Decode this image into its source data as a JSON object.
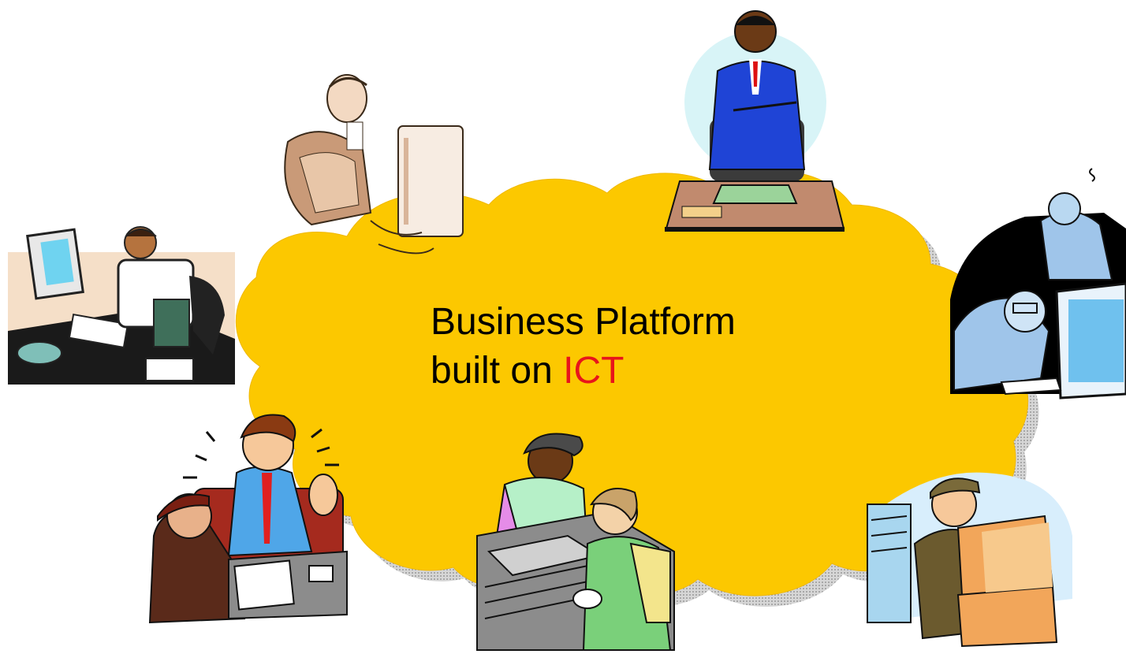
{
  "slide": {
    "line1": "Business Platform",
    "line2_prefix": "built on ",
    "line2_highlight": "ICT"
  },
  "colors": {
    "cloud_fill": "#fcc800",
    "cloud_shadow": "#bdbdbd",
    "highlight_text": "#e8141b",
    "body_text": "#000000"
  },
  "clipart": [
    {
      "name": "stressed-office-worker-at-desk",
      "description": "man holding head at desk with computer and phone"
    },
    {
      "name": "man-typing-at-computer",
      "description": "sketch of man typing at computer"
    },
    {
      "name": "executive-at-desk",
      "description": "man in blue suit standing behind desk"
    },
    {
      "name": "tired-workers-at-computer",
      "description": "tired workers slumped at computer"
    },
    {
      "name": "salesman-talking-to-customer",
      "description": "salesman talking excitedly to customer"
    },
    {
      "name": "factory-workers-at-machine",
      "description": "two women working at a machine"
    },
    {
      "name": "delivery-man-with-boxes",
      "description": "delivery man carrying boxes"
    }
  ]
}
